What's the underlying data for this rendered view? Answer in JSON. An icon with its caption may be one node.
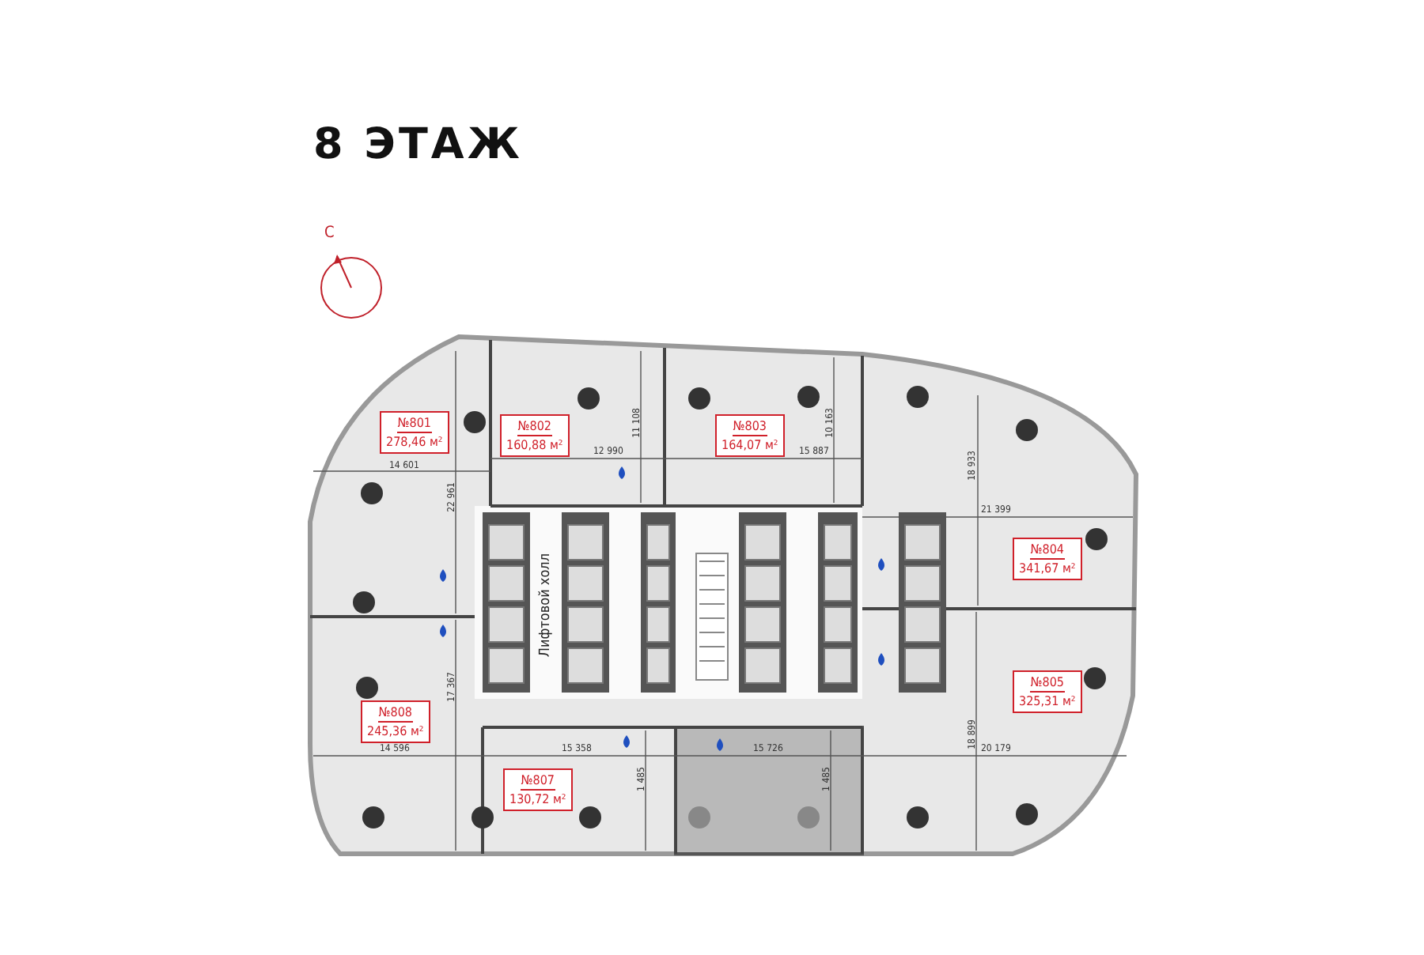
{
  "diagram": {
    "title": "8 ЭТАЖ",
    "nodes": [
      {
        "text": [
          "№801",
          "278,46 м²"
        ]
      },
      {
        "text": [
          "№802",
          "160,88 м²"
        ]
      },
      {
        "text": [
          "№803",
          "164,07 м²"
        ]
      },
      {
        "text": [
          "№804",
          "341,67 м²"
        ]
      },
      {
        "text": [
          "№805",
          "325,31 м²"
        ]
      },
      {
        "text": [
          "№808",
          "245,36 м²"
        ]
      },
      {
        "text": [
          "№807",
          "130,72 м²"
        ]
      }
    ],
    "edges": [],
    "labels": [
      "С",
      "11 108",
      "10 163",
      "18 933",
      "14 601",
      "12 990",
      "15 887",
      "21 399",
      "22 961",
      "Лифтовой холл",
      "17 367",
      "18 899",
      "14 596",
      "15 358",
      "15 726",
      "20 179",
      "1 485",
      "1 485"
    ]
  }
}
